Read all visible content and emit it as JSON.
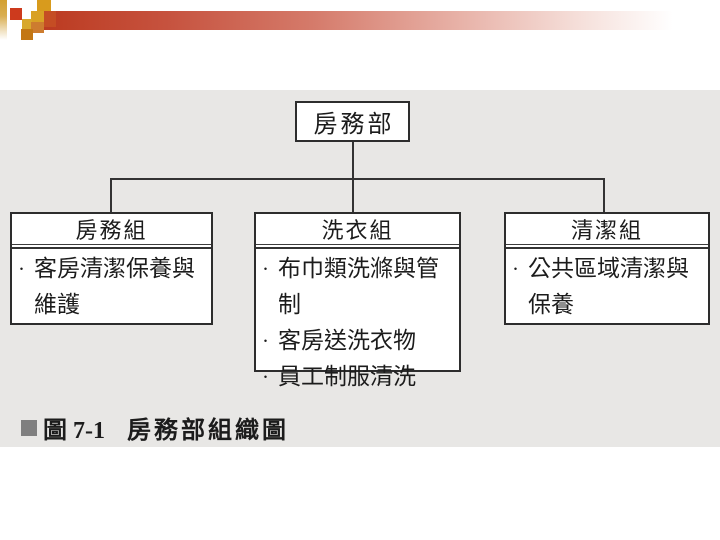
{
  "org_chart": {
    "root_label": "房務部",
    "bullet_char": "·",
    "sections": [
      {
        "title": "房務組",
        "bullets": [
          "客房清潔保養與維護"
        ]
      },
      {
        "title": "洗衣組",
        "bullets": [
          "布巾類洗滌與管制",
          "客房送洗衣物",
          "員工制服清洗"
        ]
      },
      {
        "title": "清潔組",
        "bullets": [
          "公共區域清潔與保養"
        ]
      }
    ]
  },
  "caption": {
    "marker": "■",
    "figure_label": "圖 7-1",
    "figure_title": "房務部組織圖"
  },
  "colors": {
    "band_background": "#e8e7e5",
    "banner_red": "#bc3b21",
    "square_gold": "#d89b1d",
    "square_red": "#cd3a1d",
    "square_orange": "#cd7c2f",
    "box_border": "#2d2d2d",
    "caption_marker_gray": "#7f7f7f"
  }
}
